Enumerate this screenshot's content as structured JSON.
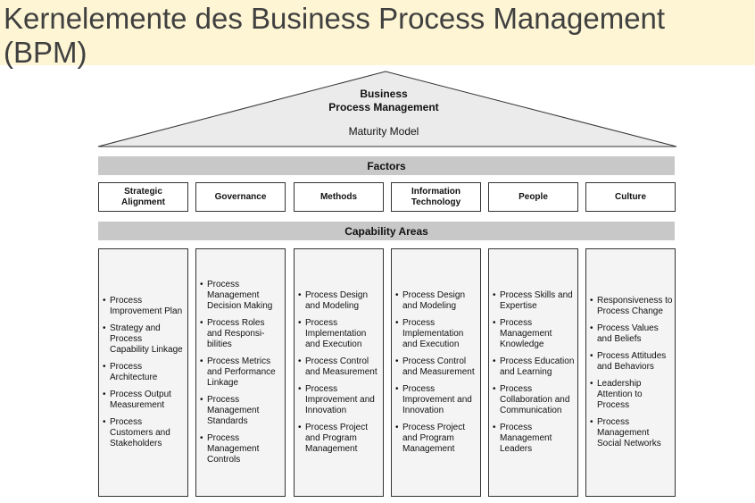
{
  "title": "Kernelemente des Business Process Management\n(BPM)",
  "roof": {
    "title": "Business\nProcess Management",
    "subtitle": "Maturity Model"
  },
  "factors_header": "Factors",
  "capability_header": "Capability Areas",
  "factors": [
    {
      "label": "Strategic\nAlignment",
      "items": [
        "Process\nImprovement Plan",
        "Strategy and\nProcess\nCapability Linkage",
        "Process\nArchitecture",
        "Process Output\nMeasurement",
        "Process\nCustomers and\nStakeholders"
      ]
    },
    {
      "label": "Governance",
      "items": [
        "Process\nManagement\nDecision Making",
        "Process Roles\nand Responsi-\nbilities",
        "Process Metrics\nand Performance\nLinkage",
        "Process\nManagement\nStandards",
        "Process\nManagement\nControls"
      ]
    },
    {
      "label": "Methods",
      "items": [
        "Process Design\nand Modeling",
        "Process\nImplementation\nand Execution",
        "Process Control\nand Measurement",
        "Process\nImprovement and\nInnovation",
        "Process Project\nand Program\nManagement"
      ]
    },
    {
      "label": "Information\nTechnology",
      "items": [
        "Process Design\nand Modeling",
        "Process\nImplementation\nand Execution",
        "Process Control\nand Measurement",
        "Process\nImprovement and\nInnovation",
        "Process Project\nand Program\nManagement"
      ]
    },
    {
      "label": "People",
      "items": [
        "Process Skills and\nExpertise",
        "Process\nManagement\nKnowledge",
        "Process Education\nand Learning",
        "Process\nCollaboration and\nCommunication",
        "Process\nManagement\nLeaders"
      ]
    },
    {
      "label": "Culture",
      "items": [
        "Responsiveness to\nProcess Change",
        "Process Values\nand Beliefs",
        "Process Attitudes\nand Behaviors",
        "Leadership\nAttention to\nProcess",
        "Process\nManagement\nSocial Networks"
      ]
    }
  ]
}
